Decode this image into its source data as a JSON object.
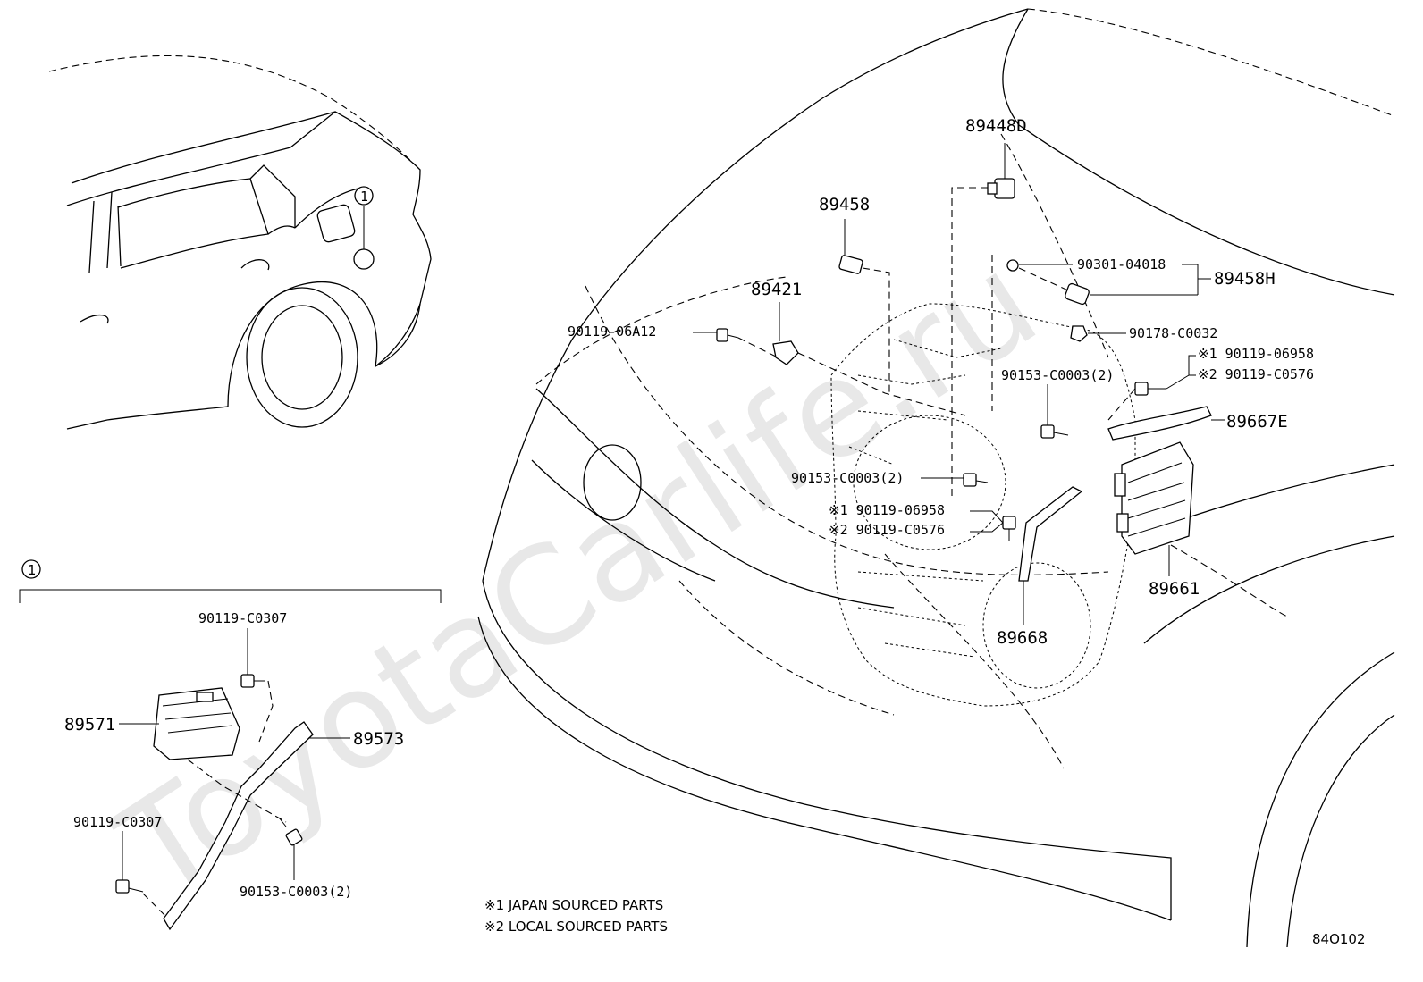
{
  "watermark": "ToyotaCarlife.ru",
  "callout": {
    "number": "1"
  },
  "parts": {
    "p89448D": "89448D",
    "p89458": "89458",
    "p90301": "90301-04018",
    "p89458H": "89458H",
    "p89421": "89421",
    "p9011906A12": "90119-06A12",
    "p90178": "90178-C0032",
    "p1_90119_06958_top": "※1 90119-06958",
    "p2_90119_C0576_top": "※2 90119-C0576",
    "p90153_top": "90153-C0003(2)",
    "p89667E": "89667E",
    "p90153_mid": "90153-C0003(2)",
    "p1_90119_06958_mid": "※1 90119-06958",
    "p2_90119_C0576_mid": "※2 90119-C0576",
    "p89661": "89661",
    "p89668": "89668",
    "p90119_C0307_top": "90119-C0307",
    "p89571": "89571",
    "p89573": "89573",
    "p90119_C0307_bot": "90119-C0307",
    "p90153_bot": "90153-C0003(2)"
  },
  "notes": {
    "japan": "※1 JAPAN SOURCED PARTS",
    "local": "※2 LOCAL SOURCED PARTS"
  },
  "figure_code": "84O102"
}
